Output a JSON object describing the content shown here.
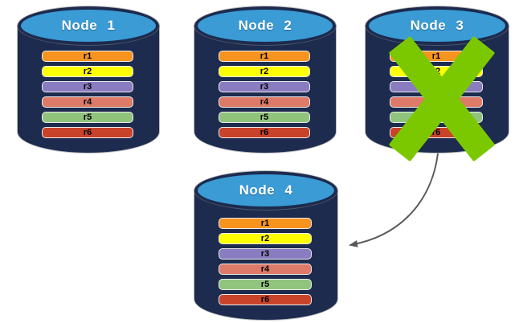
{
  "colors": {
    "cylinder_body": "#1C2B4E",
    "cylinder_top": "#3A9BD5",
    "node_title": "#FFFFFF",
    "row_label": "#000000",
    "failure_cross": "#7CC800",
    "arrow": "#595959",
    "background": "#FFFFFF"
  },
  "nodes": [
    {
      "label": "Node 1",
      "failed": false,
      "rows": [
        {
          "label": "r1",
          "color": "#F7941E"
        },
        {
          "label": "r2",
          "color": "#FFFF00"
        },
        {
          "label": "r3",
          "color": "#8A7CC0"
        },
        {
          "label": "r4",
          "color": "#DE7A68"
        },
        {
          "label": "r5",
          "color": "#90C47D"
        },
        {
          "label": "r6",
          "color": "#C9432A"
        }
      ]
    },
    {
      "label": "Node 2",
      "failed": false,
      "rows": [
        {
          "label": "r1",
          "color": "#F7941E"
        },
        {
          "label": "r2",
          "color": "#FFFF00"
        },
        {
          "label": "r3",
          "color": "#8A7CC0"
        },
        {
          "label": "r4",
          "color": "#DE7A68"
        },
        {
          "label": "r5",
          "color": "#90C47D"
        },
        {
          "label": "r6",
          "color": "#C9432A"
        }
      ]
    },
    {
      "label": "Node 3",
      "failed": true,
      "rows": [
        {
          "label": "r1",
          "color": "#F7941E"
        },
        {
          "label": "r2",
          "color": "#FFFF00"
        },
        {
          "label": "r3",
          "color": "#8A7CC0"
        },
        {
          "label": "r4",
          "color": "#DE7A68"
        },
        {
          "label": "r5",
          "color": "#90C47D"
        },
        {
          "label": "r6",
          "color": "#C9432A"
        }
      ]
    },
    {
      "label": "Node 4",
      "failed": false,
      "rows": [
        {
          "label": "r1",
          "color": "#F7941E"
        },
        {
          "label": "r2",
          "color": "#FFFF00"
        },
        {
          "label": "r3",
          "color": "#8A7CC0"
        },
        {
          "label": "r4",
          "color": "#DE7A68"
        },
        {
          "label": "r5",
          "color": "#90C47D"
        },
        {
          "label": "r6",
          "color": "#C9432A"
        }
      ]
    }
  ],
  "arrow": {
    "from": "Node 3",
    "to": "Node 4",
    "color": "#595959"
  }
}
